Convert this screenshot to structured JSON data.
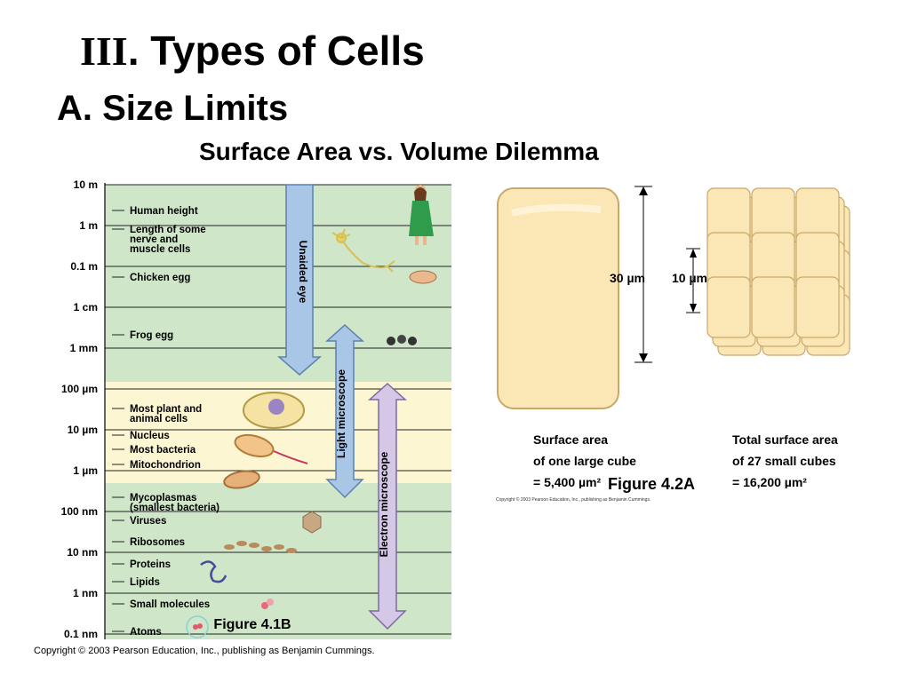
{
  "slide": {
    "title_roman": "III",
    "title_rest": ". Types of Cells",
    "heading": "A. Size Limits",
    "subheading": "Surface Area vs. Volume Dilemma"
  },
  "figure_4_1": {
    "label": "Figure 4.1B",
    "scale": [
      {
        "value": "10 m",
        "row": 0
      },
      {
        "value": "1 m",
        "row": 1
      },
      {
        "value": "0.1 m",
        "row": 2
      },
      {
        "value": "1 cm",
        "row": 3
      },
      {
        "value": "1 mm",
        "row": 4
      },
      {
        "value": "100 µm",
        "row": 5
      },
      {
        "value": "10 µm",
        "row": 6
      },
      {
        "value": "1 µm",
        "row": 7
      },
      {
        "value": "100 nm",
        "row": 8
      },
      {
        "value": "10 nm",
        "row": 9
      },
      {
        "value": "1 nm",
        "row": 10
      },
      {
        "value": "0.1 nm",
        "row": 11
      }
    ],
    "items": [
      {
        "text": [
          "Human height"
        ]
      },
      {
        "text": [
          "Length of some",
          "nerve and",
          "muscle cells"
        ]
      },
      {
        "text": [
          "Chicken egg"
        ]
      },
      {
        "text": [
          "Frog egg"
        ]
      },
      {
        "text": [
          "Most plant and",
          "animal cells"
        ]
      },
      {
        "text": [
          "Nucleus"
        ]
      },
      {
        "text": [
          "Most bacteria"
        ]
      },
      {
        "text": [
          "Mitochondrion"
        ]
      },
      {
        "text": [
          "Mycoplasmas",
          "(smallest bacteria)"
        ]
      },
      {
        "text": [
          "Viruses"
        ]
      },
      {
        "text": [
          "Ribosomes"
        ]
      },
      {
        "text": [
          "Proteins"
        ]
      },
      {
        "text": [
          "Lipids"
        ]
      },
      {
        "text": [
          "Small molecules"
        ]
      },
      {
        "text": [
          "Atoms"
        ]
      }
    ],
    "arrows": {
      "unaided_eye": "Unaided eye",
      "light_microscope": "Light microscope",
      "electron_microscope": "Electron microscope"
    },
    "colors": {
      "green": "#cfe6c9",
      "cream": "#fdf6d2",
      "arrow_blue": "#a9c6e6",
      "arrow_purple": "#d5c7e6"
    }
  },
  "figure_4_2": {
    "label": "Figure 4.2A",
    "big_dim": "30 µm",
    "small_dim": "10 µm",
    "left_caption": [
      "Surface area",
      "of one large cube",
      "= 5,400 µm²"
    ],
    "right_caption": [
      "Total surface area",
      "of 27 small cubes",
      "= 16,200 µm²"
    ],
    "copyright": "Copyright © 2003 Pearson Education, Inc., publishing as Benjamin Cummings.",
    "colors": {
      "cube": "#fbe7b6",
      "cube_edge": "#c9a86a"
    }
  },
  "copyright": "Copyright © 2003 Pearson Education, Inc., publishing as Benjamin Cummings."
}
